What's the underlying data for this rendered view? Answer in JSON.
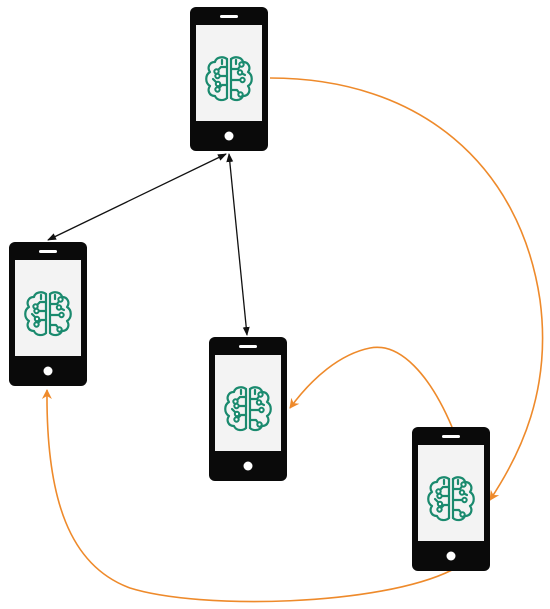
{
  "diagram": {
    "background": "#ffffff",
    "colors": {
      "phone_body": "#0a0a0a",
      "phone_screen": "#f3f3f3",
      "brain_icon": "#1a8a6e",
      "bidirectional_arrow": "#111111",
      "cycle_arrow": "#ee8a2b"
    },
    "nodes": [
      {
        "id": "phone-top",
        "icon": "brain-circuit-icon",
        "device": "smartphone"
      },
      {
        "id": "phone-left",
        "icon": "brain-circuit-icon",
        "device": "smartphone"
      },
      {
        "id": "phone-center",
        "icon": "brain-circuit-icon",
        "device": "smartphone"
      },
      {
        "id": "phone-bottom-right",
        "icon": "brain-circuit-icon",
        "device": "smartphone"
      }
    ],
    "edges": [
      {
        "from": "phone-top",
        "to": "phone-left",
        "style": "black-double-arrow"
      },
      {
        "from": "phone-top",
        "to": "phone-center",
        "style": "black-double-arrow"
      },
      {
        "from": "phone-top",
        "to": "phone-bottom-right",
        "style": "orange-curved-arrow"
      },
      {
        "from": "phone-bottom-right",
        "to": "phone-center",
        "style": "orange-curved-arrow"
      },
      {
        "from": "phone-bottom-right",
        "to": "phone-left",
        "style": "orange-curved-arrow"
      }
    ]
  }
}
